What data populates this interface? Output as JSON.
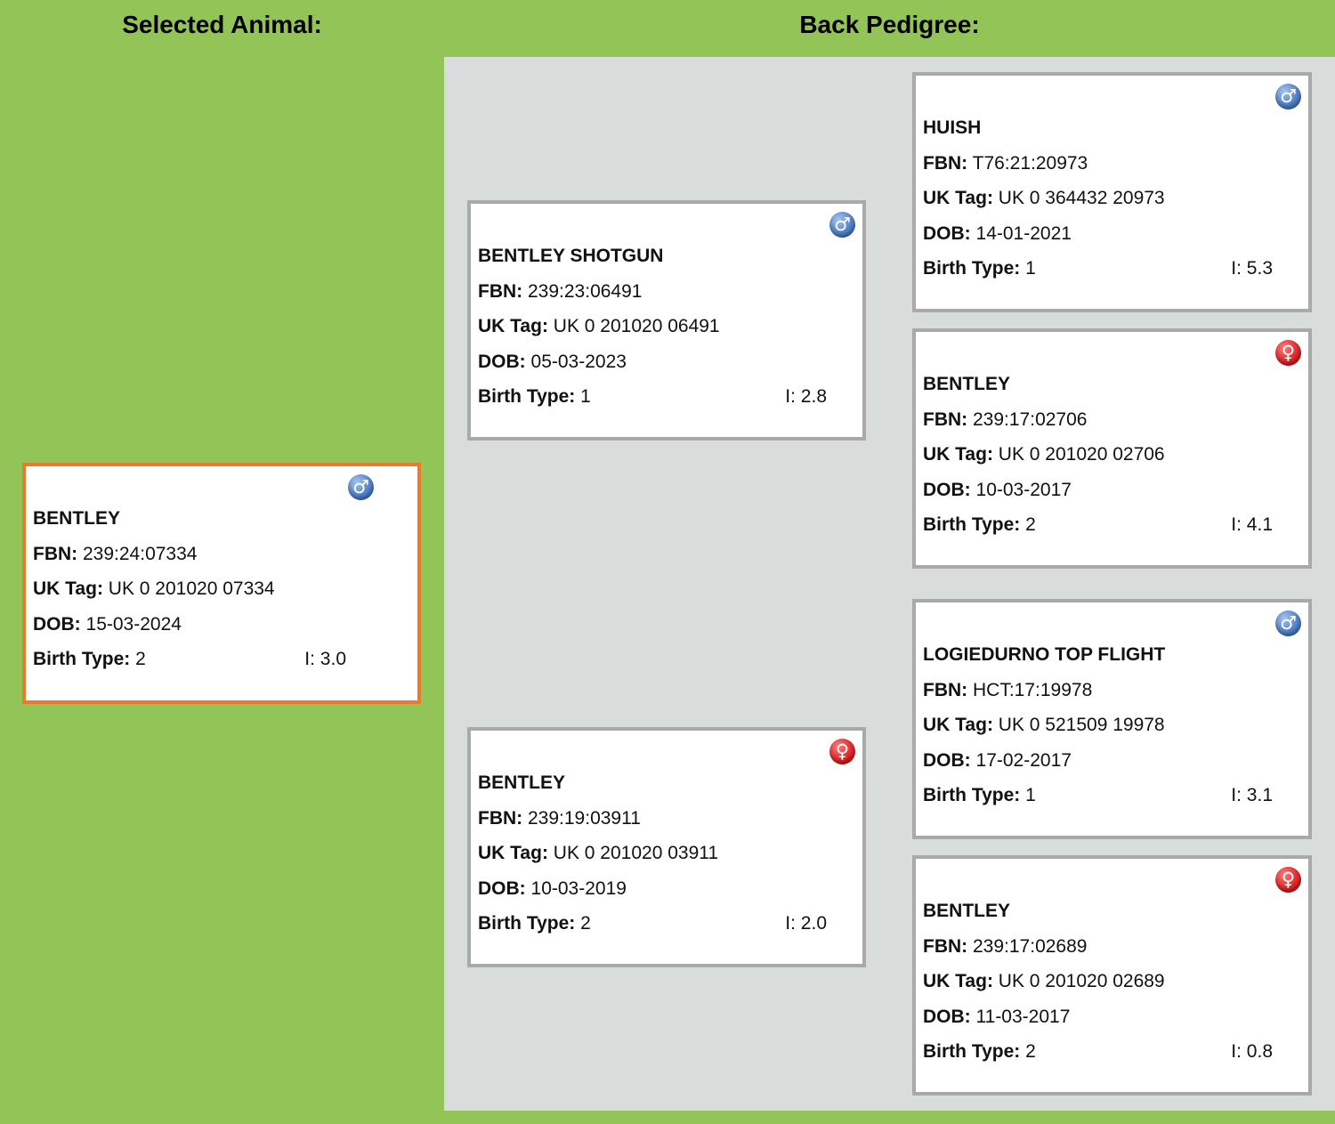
{
  "headings": {
    "selected_animal": "Selected Animal:",
    "back_pedigree": "Back Pedigree:"
  },
  "labels": {
    "fbn": "FBN:",
    "uk_tag": "UK Tag:",
    "dob": "DOB:",
    "birth_type": "Birth Type:"
  },
  "icons": {
    "male": "♂",
    "female": "♀"
  },
  "colors": {
    "background": "#93c458",
    "pedigree_panel": "#d8dcdb",
    "selected_border": "#ec7a2b",
    "card_border": "#a9a9a9",
    "male_icon": "#3d6fbb",
    "female_icon": "#d11414"
  },
  "selected": {
    "name": "BENTLEY",
    "sex": "male-icon",
    "fbn": "239:24:07334",
    "uk_tag": "UK 0 201020 07334",
    "dob": "15-03-2024",
    "birth_type": "2",
    "index": "I: 3.0"
  },
  "sire": {
    "name": "BENTLEY SHOTGUN",
    "sex": "male-icon",
    "fbn": "239:23:06491",
    "uk_tag": "UK 0 201020 06491",
    "dob": "05-03-2023",
    "birth_type": "1",
    "index": "I: 2.8"
  },
  "dam": {
    "name": "BENTLEY",
    "sex": "female-icon",
    "fbn": "239:19:03911",
    "uk_tag": "UK 0 201020 03911",
    "dob": "10-03-2019",
    "birth_type": "2",
    "index": "I: 2.0"
  },
  "sire_sire": {
    "name": "HUISH",
    "sex": "male-icon",
    "fbn": "T76:21:20973",
    "uk_tag": "UK 0 364432 20973",
    "dob": "14-01-2021",
    "birth_type": "1",
    "index": "I: 5.3"
  },
  "sire_dam": {
    "name": "BENTLEY",
    "sex": "female-icon",
    "fbn": "239:17:02706",
    "uk_tag": "UK 0 201020 02706",
    "dob": "10-03-2017",
    "birth_type": "2",
    "index": "I: 4.1"
  },
  "dam_sire": {
    "name": "LOGIEDURNO TOP FLIGHT",
    "sex": "male-icon",
    "fbn": "HCT:17:19978",
    "uk_tag": "UK 0 521509 19978",
    "dob": "17-02-2017",
    "birth_type": "1",
    "index": "I: 3.1"
  },
  "dam_dam": {
    "name": "BENTLEY",
    "sex": "female-icon",
    "fbn": "239:17:02689",
    "uk_tag": "UK 0 201020 02689",
    "dob": "11-03-2017",
    "birth_type": "2",
    "index": "I: 0.8"
  }
}
